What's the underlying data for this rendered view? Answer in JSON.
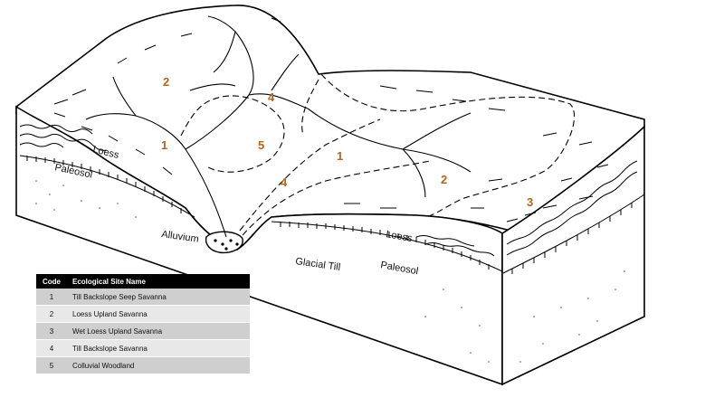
{
  "labels": {
    "loess_left": "Loess",
    "paleosol_left": "Paleosol",
    "alluvium": "Alluvium",
    "glacial_till": "Glacial Till",
    "loess_right": "Loess",
    "paleosol_right": "Paleosol"
  },
  "zone_numbers": {
    "left_upland": "2",
    "left_slope": "1",
    "upper_mid": "4",
    "colluvial": "5",
    "center_slope": "1",
    "lower_slope": "4",
    "right_upland": "2",
    "wet_upland": "3"
  },
  "legend": {
    "header_code": "Code",
    "header_name": "Ecological Site Name",
    "rows": [
      {
        "code": "1",
        "name": "Till Backslope Seep Savanna"
      },
      {
        "code": "2",
        "name": "Loess Upland Savanna"
      },
      {
        "code": "3",
        "name": "Wet Loess Upland Savanna"
      },
      {
        "code": "4",
        "name": "Till Backslope Savanna"
      },
      {
        "code": "5",
        "name": "Colluvial Woodland"
      }
    ]
  },
  "colors": {
    "zone_number": "#b5651d",
    "legend_header": "#000000",
    "legend_row_dark": "#cfcfcf",
    "legend_row_light": "#e8e8e8"
  }
}
